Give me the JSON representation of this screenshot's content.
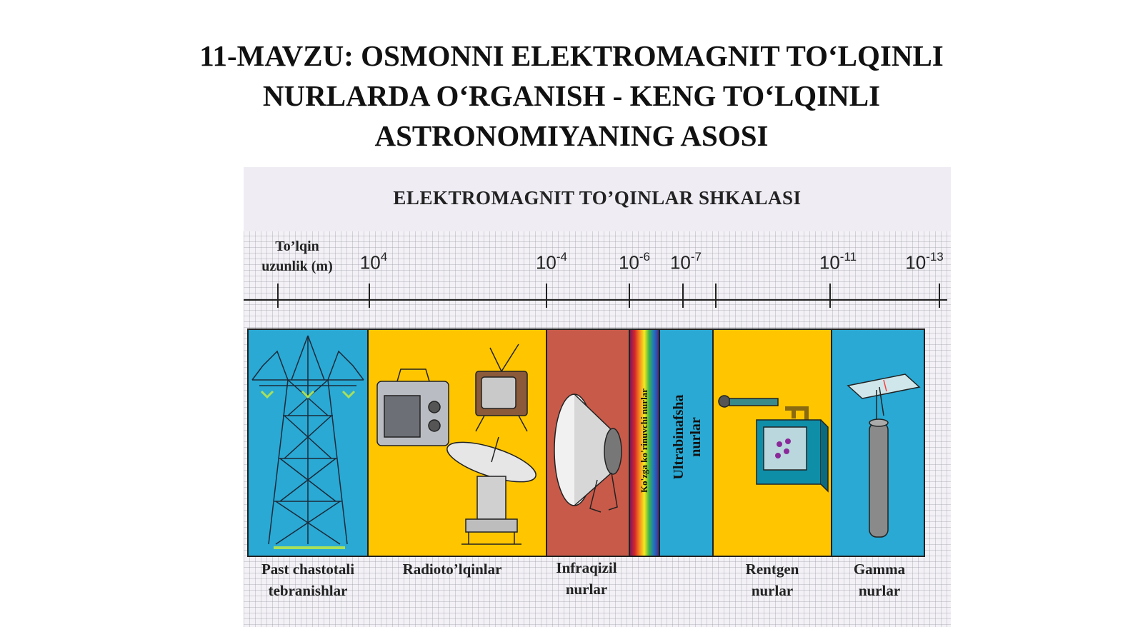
{
  "slide": {
    "title_lines": [
      "11-MAVZU: OSMONNI ELEKTROMAGNIT TO‘LQINLI",
      "NURLARDA O‘RGANISH - KENG TO‘LQINLI",
      "ASTRONOMIYANING ASOSI"
    ]
  },
  "figure": {
    "title": "ELEKTROMAGNIT TO’QINLAR SHKALASI",
    "axis_label_lines": [
      "To’lqin",
      "uzunlik (m)"
    ],
    "ticks": [
      {
        "base": "10",
        "exp": "4"
      },
      {
        "base": "10",
        "exp": "-4"
      },
      {
        "base": "10",
        "exp": "-6"
      },
      {
        "base": "10",
        "exp": "-7"
      },
      {
        "base": "10",
        "exp": "-11"
      },
      {
        "base": "10",
        "exp": "-13"
      }
    ],
    "bands": [
      {
        "id": "low-freq",
        "color": "#29a9d4",
        "label_lines": [
          "Past chastotali",
          "tebranishlar"
        ],
        "icon": "power-pylon-icon"
      },
      {
        "id": "radio",
        "color": "#ffc600",
        "label_lines": [
          "Radioto’lqinlar"
        ],
        "icon": "radio-tv-antenna-icon"
      },
      {
        "id": "infrared",
        "color": "#c85a4a",
        "label_lines": [
          "Infraqizil",
          "nurlar"
        ],
        "icon": "spotlight-icon"
      },
      {
        "id": "visible",
        "color": "spectrum",
        "vertical_label": "Ko'zga ko'rinuvchi nurlar"
      },
      {
        "id": "ultraviolet",
        "color": "#29a9d4",
        "vertical_label_lines": [
          "Ultrabinafsha",
          "nurlar"
        ]
      },
      {
        "id": "xray",
        "color": "#ffc600",
        "label_lines": [
          "Rentgen",
          "nurlar"
        ],
        "icon": "xray-machine-icon"
      },
      {
        "id": "gamma",
        "color": "#29a9d4",
        "label_lines": [
          "Gamma",
          "nurlar"
        ],
        "icon": "radioactive-rod-icon"
      }
    ]
  }
}
